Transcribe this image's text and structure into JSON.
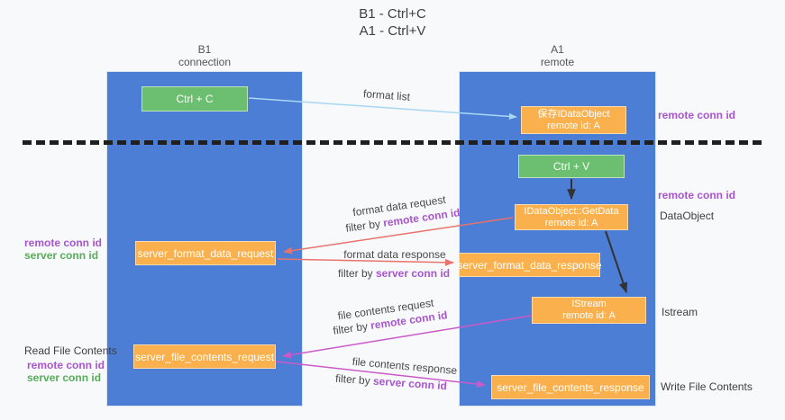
{
  "title": {
    "line1": "B1 - Ctrl+C",
    "line2": "A1 - Ctrl+V"
  },
  "lanes": {
    "left": {
      "name": "B1",
      "role": "connection"
    },
    "right": {
      "name": "A1",
      "role": "remote"
    }
  },
  "nodes": {
    "ctrl_c": {
      "label": "Ctrl + C"
    },
    "ctrl_v": {
      "label": "Ctrl + V"
    },
    "save_dataobject": {
      "line1": "保存IDataObject",
      "line2": "remote id: A"
    },
    "getdata": {
      "line1": "IDataObject::GetData",
      "line2": "remote id: A"
    },
    "istream": {
      "line1": "IStream",
      "line2": "remote id: A"
    },
    "format_request": {
      "label": "server_format_data_request"
    },
    "format_response": {
      "label": "server_format_data_response"
    },
    "file_request": {
      "label": "server_file_contents_request"
    },
    "file_response": {
      "label": "server_file_contents_response"
    }
  },
  "side_labels": {
    "remote_conn_id_top_right": "remote conn id",
    "remote_conn_id_mid_right": "remote conn id",
    "dataobject": "DataObject",
    "istream": "Istream",
    "write_file_contents": "Write File Contents",
    "read_file_contents": "Read File Contents",
    "remote_conn_id_left_1": "remote conn id",
    "server_conn_id_left_1": "server conn id",
    "remote_conn_id_left_2": "remote conn id",
    "server_conn_id_left_2": "server conn id"
  },
  "flow_labels": {
    "format_list": "format list",
    "format_data_request": "format data request",
    "format_data_response": "format data response",
    "file_contents_request": "file contents request",
    "file_contents_response": "file contents response",
    "filter_by": "filter by ",
    "remote_conn_id": "remote conn id",
    "server_conn_id": "server conn id"
  },
  "colors": {
    "lane_blue": "#4d7ed5",
    "box_orange": "#fab04c",
    "box_green": "#6cbe70",
    "arrow_red": "#e8736d",
    "arrow_magenta": "#cc59c9",
    "arrow_light_blue": "#a9d6f2",
    "arrow_black": "#333333",
    "text_purple": "#a855cf",
    "text_green": "#56ad5a",
    "dashed_line": "#1f1f1f"
  }
}
